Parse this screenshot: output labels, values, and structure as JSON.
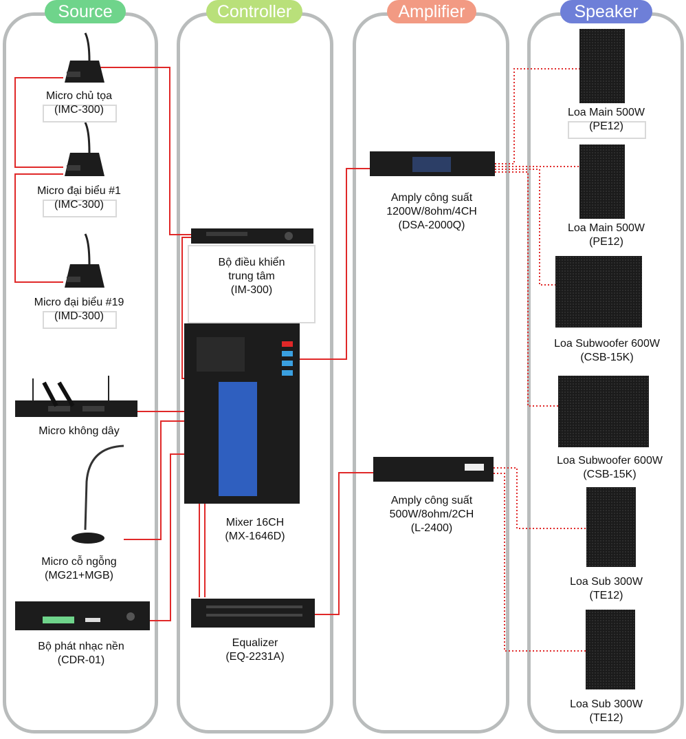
{
  "columns": {
    "source": {
      "title": "Source",
      "color": "#6fd48b"
    },
    "controller": {
      "title": "Controller",
      "color": "#b9e07a"
    },
    "amplifier": {
      "title": "Amplifier",
      "color": "#f29a83"
    },
    "speaker": {
      "title": "Speaker",
      "color": "#6e7fd8"
    }
  },
  "devices": {
    "mic_chair": {
      "name": "Micro chủ tọa",
      "model": "(IMC-300)"
    },
    "mic_delegate1": {
      "name": "Micro đại biểu #1",
      "model": "(IMC-300)"
    },
    "mic_delegate19": {
      "name": "Micro đại biểu #19",
      "model": "(IMD-300)"
    },
    "wireless_mic": {
      "name": "Micro không dây"
    },
    "gooseneck_mic": {
      "name": "Micro cỗ ngỗng",
      "model": "(MG21+MGB)"
    },
    "bgm_player": {
      "name": "Bộ phát nhạc nền",
      "model": "(CDR-01)"
    },
    "central_unit": {
      "line1": "Bộ điều khiển",
      "line2": "trung tâm",
      "model": "(IM-300)"
    },
    "mixer": {
      "name": "Mixer 16CH",
      "model": "(MX-1646D)"
    },
    "equalizer": {
      "name": "Equalizer",
      "model": "(EQ-2231A)"
    },
    "amp_4ch": {
      "line1": "Amply công suất",
      "line2": "1200W/8ohm/4CH",
      "model": "(DSA-2000Q)"
    },
    "amp_2ch": {
      "line1": "Amply công suất",
      "line2": "500W/8ohm/2CH",
      "model": "(L-2400)"
    },
    "main_1": {
      "name": "Loa Main 500W",
      "model": "(PE12)"
    },
    "main_2": {
      "name": "Loa Main 500W",
      "model": "(PE12)"
    },
    "sub600_1": {
      "name": "Loa Subwoofer 600W",
      "model": "(CSB-15K)"
    },
    "sub600_2": {
      "name": "Loa Subwoofer 600W",
      "model": "(CSB-15K)"
    },
    "sub300_1": {
      "name": "Loa Sub 300W",
      "model": "(TE12)"
    },
    "sub300_2": {
      "name": "Loa Sub 300W",
      "model": "(TE12)"
    }
  },
  "colors": {
    "wire": "#e02828",
    "column_border": "#b9bcbc",
    "device": "#1c1c1c"
  }
}
